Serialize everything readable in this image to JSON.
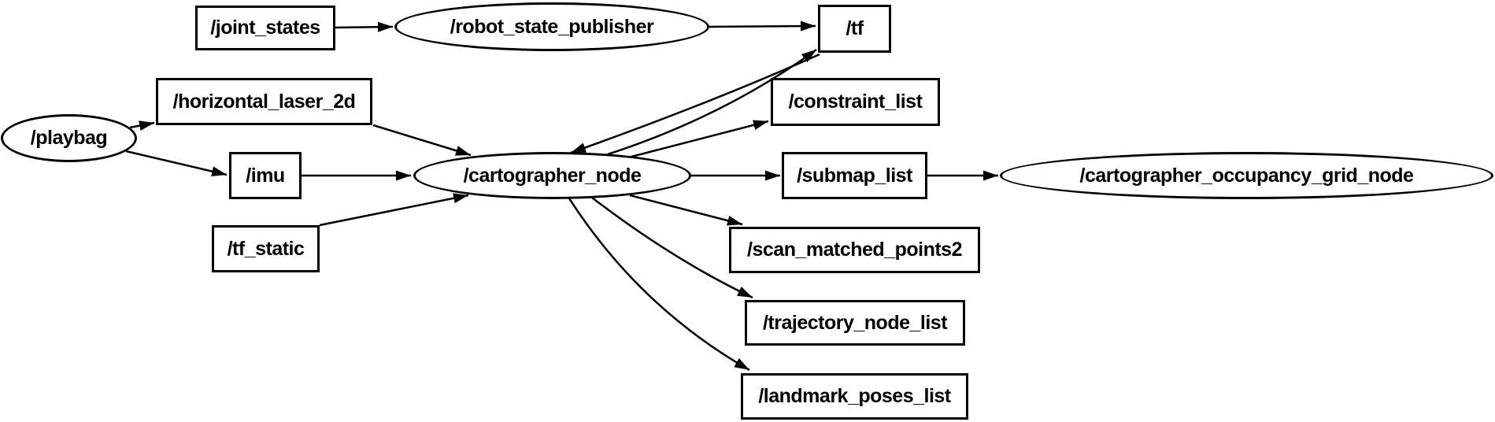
{
  "graph": {
    "background_color": "#ffffff",
    "stroke_color": "#000000",
    "text_color": "#000000",
    "nodes": {
      "playbag": {
        "label": "/playbag",
        "shape": "ellipse",
        "kind": "ros-node"
      },
      "joint_states": {
        "label": "/joint_states",
        "shape": "box",
        "kind": "topic"
      },
      "robot_state_publisher": {
        "label": "/robot_state_publisher",
        "shape": "ellipse",
        "kind": "ros-node"
      },
      "tf": {
        "label": "/tf",
        "shape": "box",
        "kind": "topic"
      },
      "horizontal_laser_2d": {
        "label": "/horizontal_laser_2d",
        "shape": "box",
        "kind": "topic"
      },
      "imu": {
        "label": "/imu",
        "shape": "box",
        "kind": "topic"
      },
      "tf_static": {
        "label": "/tf_static",
        "shape": "box",
        "kind": "topic"
      },
      "cartographer_node": {
        "label": "/cartographer_node",
        "shape": "ellipse",
        "kind": "ros-node"
      },
      "constraint_list": {
        "label": "/constraint_list",
        "shape": "box",
        "kind": "topic"
      },
      "submap_list": {
        "label": "/submap_list",
        "shape": "box",
        "kind": "topic"
      },
      "scan_matched_points2": {
        "label": "/scan_matched_points2",
        "shape": "box",
        "kind": "topic"
      },
      "trajectory_node_list": {
        "label": "/trajectory_node_list",
        "shape": "box",
        "kind": "topic"
      },
      "landmark_poses_list": {
        "label": "/landmark_poses_list",
        "shape": "box",
        "kind": "topic"
      },
      "cartographer_occupancy_grid_node": {
        "label": "/cartographer_occupancy_grid_node",
        "shape": "ellipse",
        "kind": "ros-node"
      }
    },
    "edges": [
      {
        "from": "/joint_states",
        "to": "/robot_state_publisher"
      },
      {
        "from": "/robot_state_publisher",
        "to": "/tf"
      },
      {
        "from": "/playbag",
        "to": "/horizontal_laser_2d"
      },
      {
        "from": "/playbag",
        "to": "/imu"
      },
      {
        "from": "/horizontal_laser_2d",
        "to": "/cartographer_node"
      },
      {
        "from": "/imu",
        "to": "/cartographer_node"
      },
      {
        "from": "/tf_static",
        "to": "/cartographer_node"
      },
      {
        "from": "/tf",
        "to": "/cartographer_node"
      },
      {
        "from": "/cartographer_node",
        "to": "/tf"
      },
      {
        "from": "/cartographer_node",
        "to": "/constraint_list"
      },
      {
        "from": "/cartographer_node",
        "to": "/submap_list"
      },
      {
        "from": "/cartographer_node",
        "to": "/scan_matched_points2"
      },
      {
        "from": "/cartographer_node",
        "to": "/trajectory_node_list"
      },
      {
        "from": "/cartographer_node",
        "to": "/landmark_poses_list"
      },
      {
        "from": "/submap_list",
        "to": "/cartographer_occupancy_grid_node"
      }
    ]
  }
}
